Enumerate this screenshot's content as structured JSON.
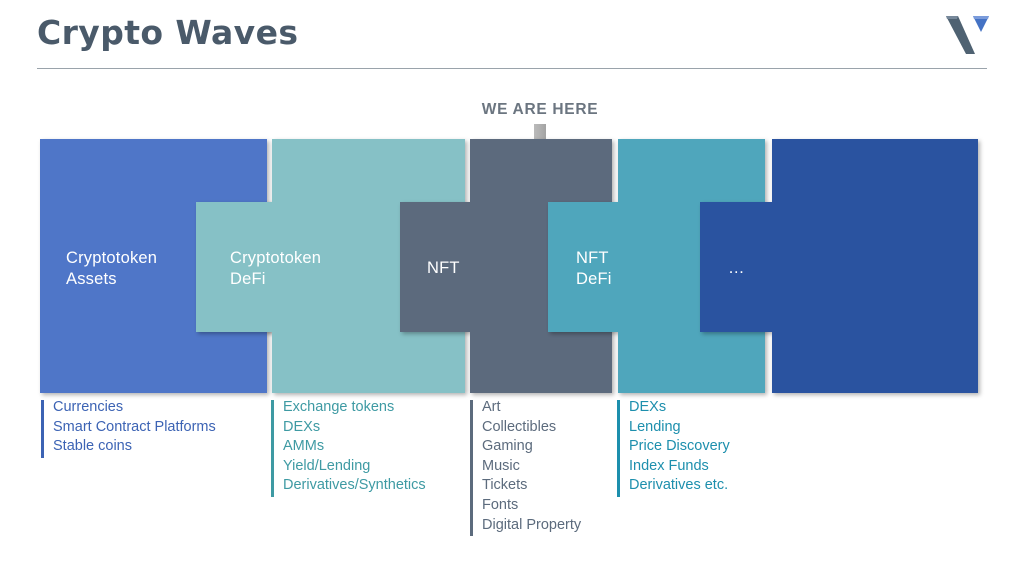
{
  "header": {
    "title": "Crypto Waves",
    "logo_name": "v-brand-logo"
  },
  "marker": {
    "label": "WE ARE HERE",
    "arrow_icon": "arrow-down-icon",
    "points_to": "NFT"
  },
  "colors": {
    "wave_1": "#4F76C8",
    "wave_2": "#86C1C6",
    "wave_3": "#5C6B7D",
    "wave_4": "#4FA6BC",
    "wave_5": "#2C53A0",
    "title": "#4A5A6A",
    "marker_text": "#6B7580",
    "arrow": "#A6A6A6",
    "rule": "#9AA3AB",
    "logo_dark": "#4F6272",
    "logo_blue": "#4472C4"
  },
  "waves": [
    {
      "id": "cryptotoken-assets",
      "label": "Cryptotoken\nAssets",
      "color": "#4F76C8",
      "items": [
        "Currencies",
        "Smart Contract Platforms",
        "Stable coins"
      ]
    },
    {
      "id": "cryptotoken-defi",
      "label": "Cryptotoken\nDeFi",
      "color": "#86C1C6",
      "items": [
        "Exchange tokens",
        "DEXs",
        "AMMs",
        "Yield/Lending",
        "Derivatives/Synthetics"
      ]
    },
    {
      "id": "nft",
      "label": "NFT",
      "color": "#5C6B7D",
      "items": [
        "Art",
        "Collectibles",
        "Gaming",
        "Music",
        "Tickets",
        "Fonts",
        "Digital Property"
      ]
    },
    {
      "id": "nft-defi",
      "label": "NFT\nDeFi",
      "color": "#4FA6BC",
      "items": [
        "DEXs",
        "Lending",
        "Price Discovery",
        "Index Funds",
        "Derivatives etc."
      ]
    },
    {
      "id": "future",
      "label": "…",
      "color": "#2C53A0",
      "items": []
    }
  ]
}
